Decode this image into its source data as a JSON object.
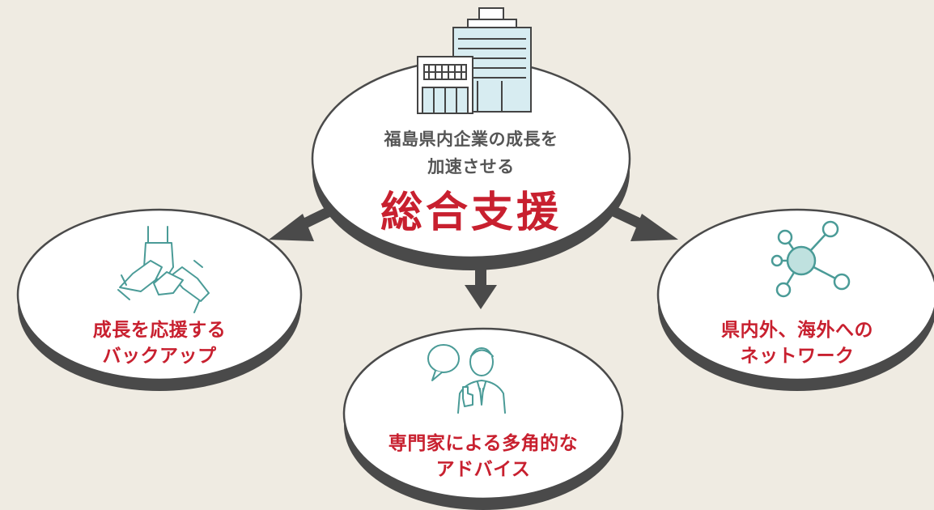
{
  "center": {
    "line1": "福島県内企業の成長を",
    "line2": "加速させる",
    "headline": "総合支援"
  },
  "left": {
    "line1": "成長を応援する",
    "line2": "バックアップ",
    "icon": "joined-hands-icon"
  },
  "bottom": {
    "line1": "専門家による多角的な",
    "line2": "アドバイス",
    "icon": "advisor-speech-icon"
  },
  "right": {
    "line1": "県内外、海外への",
    "line2": "ネットワーク",
    "icon": "network-nodes-icon"
  },
  "top_icon": "office-buildings-icon",
  "colors": {
    "background": "#efebe2",
    "accent_red": "#c8202f",
    "disc_shadow": "#4a4a4a",
    "arrow": "#4a4a4a",
    "icon_teal": "#4a9b97",
    "icon_fill": "#bfe1df"
  }
}
